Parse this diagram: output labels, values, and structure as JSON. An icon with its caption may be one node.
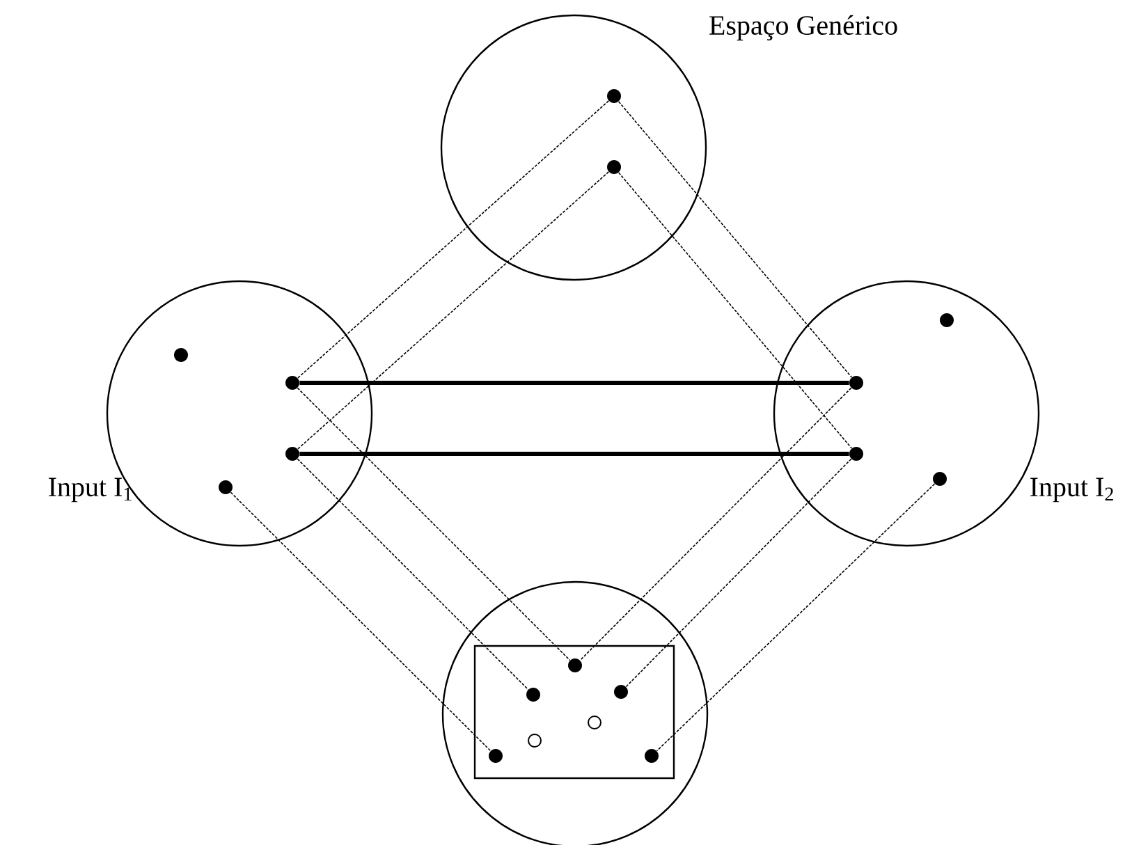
{
  "diagram": {
    "nodes": [
      {
        "text": [
          "Espaço Genérico"
        ]
      },
      {
        "text": [
          "Input I$_{1}$"
        ]
      },
      {
        "text": [
          "Input I$_{2}$"
        ]
      },
      {
        "text": [],
        "shape": "circle"
      },
      {
        "text": [],
        "shape": "box",
        "in": 3
      },
      {
        "text": [],
        "shape": "dot",
        "in": 0
      },
      {
        "text": [],
        "shape": "dot",
        "in": 0
      },
      {
        "text": [],
        "shape": "dot",
        "in": 1
      },
      {
        "text": [],
        "shape": "dot",
        "in": 1
      },
      {
        "text": [],
        "shape": "dot",
        "in": 1
      },
      {
        "text": [],
        "shape": "dot",
        "in": 1
      },
      {
        "text": [],
        "shape": "dot",
        "in": 2
      },
      {
        "text": [],
        "shape": "dot",
        "in": 2
      },
      {
        "text": [],
        "shape": "dot",
        "in": 2
      },
      {
        "text": [],
        "shape": "dot",
        "in": 2
      },
      {
        "text": [],
        "shape": "dot",
        "in": 4
      },
      {
        "text": [],
        "shape": "dot",
        "in": 4
      },
      {
        "text": [],
        "shape": "dot",
        "in": 4
      },
      {
        "text": [],
        "shape": "circle",
        "in": 4
      },
      {
        "text": [],
        "shape": "circle",
        "in": 4
      },
      {
        "text": [],
        "shape": "dot",
        "in": 4
      },
      {
        "text": [],
        "shape": "dot",
        "in": 4
      }
    ],
    "edges": [
      {
        "from": 8,
        "to": 12,
        "arrow": "none",
        "style": "thick"
      },
      {
        "from": 9,
        "to": 13,
        "arrow": "none",
        "style": "thick"
      },
      {
        "from": 5,
        "to": 8,
        "arrow": "none",
        "style": "dashed"
      },
      {
        "from": 6,
        "to": 9,
        "arrow": "none",
        "style": "dashed"
      },
      {
        "from": 5,
        "to": 12,
        "arrow": "none",
        "style": "dashed"
      },
      {
        "from": 6,
        "to": 13,
        "arrow": "none",
        "style": "dashed"
      },
      {
        "from": 8,
        "to": 15,
        "arrow": "none",
        "style": "dashed"
      },
      {
        "from": 9,
        "to": 16,
        "arrow": "none",
        "style": "dashed"
      },
      {
        "from": 10,
        "to": 20,
        "arrow": "none",
        "style": "dashed"
      },
      {
        "from": 12,
        "to": 15,
        "arrow": "none",
        "style": "dashed"
      },
      {
        "from": 13,
        "to": 17,
        "arrow": "none",
        "style": "dashed"
      },
      {
        "from": 14,
        "to": 21,
        "arrow": "none",
        "style": "dashed"
      }
    ]
  }
}
